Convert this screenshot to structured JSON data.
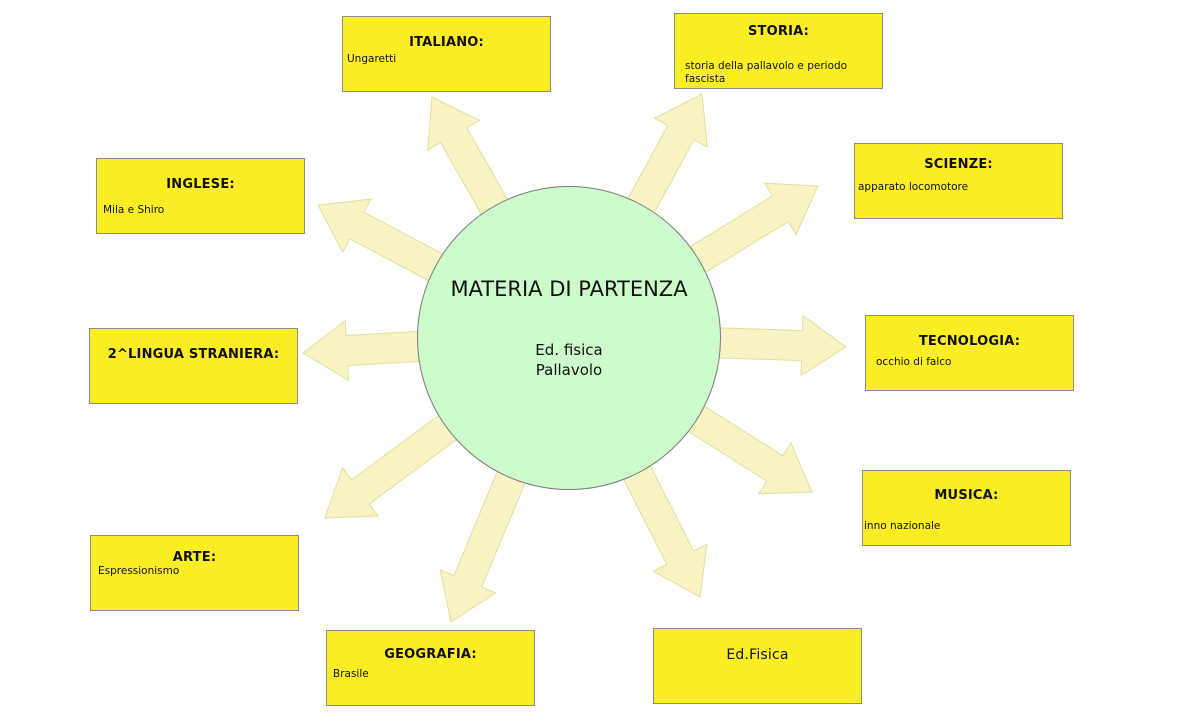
{
  "center": {
    "title": "MATERIA DI PARTENZA",
    "subject": "Ed. fisica",
    "topic": "Pallavolo"
  },
  "boxes": {
    "italiano": {
      "title": "ITALIANO:",
      "body": "Ungaretti"
    },
    "storia": {
      "title": "STORIA:",
      "body": "storia della pallavolo e periodo fascista"
    },
    "inglese": {
      "title": "INGLESE:",
      "body": "Mila e Shiro"
    },
    "scienze": {
      "title": "SCIENZE:",
      "body": "apparato locomotore"
    },
    "lingua2": {
      "title": "2^LINGUA STRANIERA:",
      "body": ""
    },
    "tecnologia": {
      "title": "TECNOLOGIA:",
      "body": "occhio di falco"
    },
    "arte": {
      "title": "ARTE:",
      "body": "Espressionismo"
    },
    "musica": {
      "title": "MUSICA:",
      "body": "inno nazionale"
    },
    "geografia": {
      "title": "GEOGRAFIA:",
      "body": "Brasile"
    },
    "edfisica": {
      "title": "Ed.Fisica",
      "body": ""
    }
  },
  "colors": {
    "box_fill": "#fbed23",
    "circle_fill": "#ccfbcc",
    "arrow_fill": "#f8f3c4"
  }
}
